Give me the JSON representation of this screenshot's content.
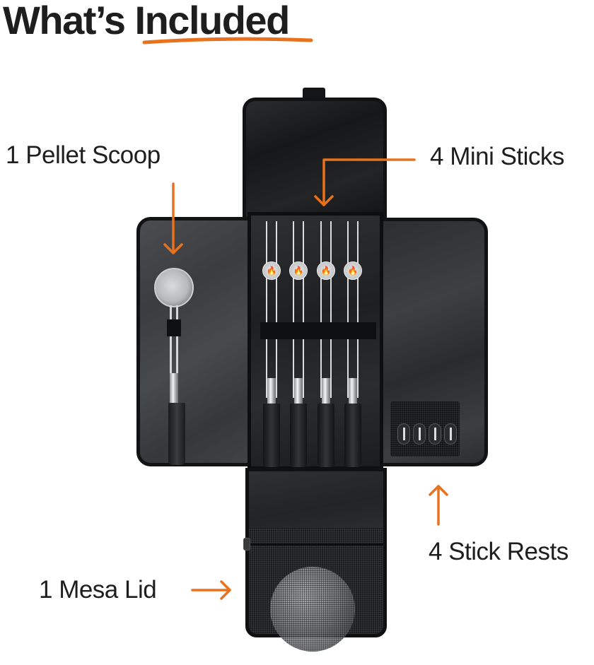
{
  "header": {
    "title": "What’s Included",
    "underline_color": "#e8711e"
  },
  "accent_color": "#e8711e",
  "callouts": [
    {
      "id": "pellet-scoop",
      "label": "1 Pellet Scoop",
      "arrow": "down"
    },
    {
      "id": "mini-sticks",
      "label": "4 Mini Sticks",
      "arrow": "elbow-down"
    },
    {
      "id": "stick-rests",
      "label": "4 Stick Rests",
      "arrow": "up"
    },
    {
      "id": "mesa-lid",
      "label": "1 Mesa Lid",
      "arrow": "right"
    }
  ],
  "product": {
    "case": "black roll-up carry case",
    "scoop_count": 1,
    "stick_count": 4,
    "rest_count": 4,
    "lid_count": 1,
    "stick_disc_icon": "flame-icon"
  }
}
